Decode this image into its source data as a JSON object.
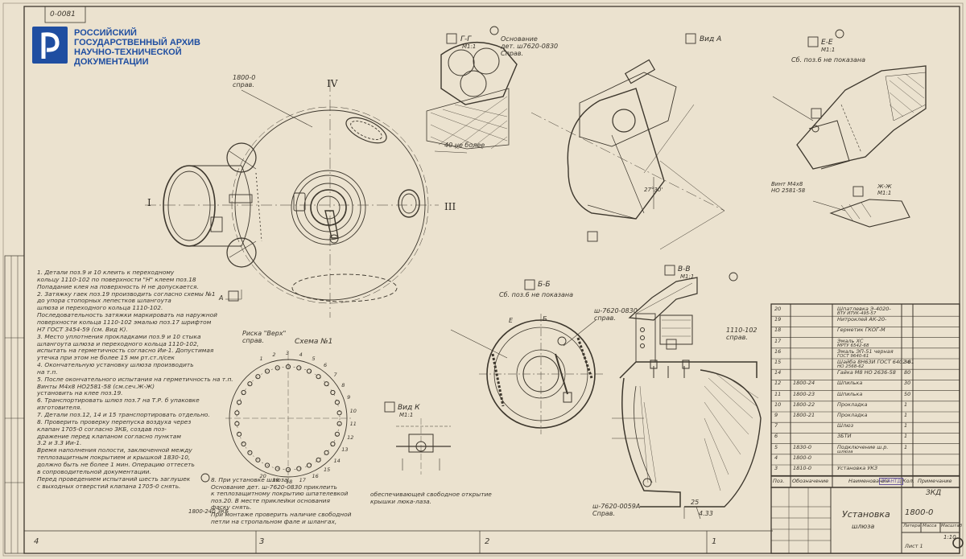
{
  "archive": {
    "line1": "РОССИЙСКИЙ",
    "line2": "ГОСУДАРСТВЕННЫЙ АРХИВ",
    "line3": "НАУЧНО-ТЕХНИЧЕСКОЙ",
    "line4": "ДОКУМЕНТАЦИИ"
  },
  "sheet_code": "0-0081",
  "roman": {
    "i": "I",
    "iii": "III",
    "iv": "IV"
  },
  "labels": {
    "main_part": "1800-0",
    "main_part_sub": "справ.",
    "section_gg_num": "Г-Г",
    "section_gg_scale": "М1:1",
    "section_gg_base": "Основание",
    "section_gg_base2": "дет. ш7620-0830",
    "section_gg_base3": "Справ.",
    "dim_40": "40",
    "dim_40_sub": "не более",
    "view_a": "Вид А",
    "section_ee_num": "Е-Е",
    "section_ee_scale": "М1:1",
    "section_ee_note": "Сб. поз.6 не показана",
    "view_k": "Вид К",
    "view_k_scale": "М1:1",
    "section_bb_num": "Б-Б",
    "section_bb_note": "Сб. поз.6 не показана",
    "section_vv_num": "В-В",
    "section_vv_scale": "М1:1",
    "part_0830": "ш-7620-0830",
    "part_0830_sub": "справ.",
    "part_0059": "ш-7620-0059А",
    "part_0059_sub": "Справ.",
    "part_1110": "1110-102",
    "part_1110_sub": "справ.",
    "screw": "Винт М4х8",
    "screw_sub": "НО 2581-58",
    "zhzh": "Ж-Ж",
    "zhzh_scale": "М1:1",
    "risk": "Риска \"Верх\"",
    "risk_sub": "справ.",
    "scheme": "Схема №1",
    "angle": "27°30'",
    "dim_433": "4.33",
    "dim_25": "25",
    "arrow_a": "А",
    "letter_b": "Б",
    "letter_e": "Е"
  },
  "notes": [
    "1. Детали поз.9 и 10 клеить к переходному",
    "кольцу 1110-102 по поверхности \"Н\" клеем поз.18",
    "Попадание клея на поверхность Н не допускается.",
    "2. Затяжку гаек поз.19 производить согласно схемы №1",
    "до упора стопорных лепестков шлангоута",
    "шлюза и переходного кольца 1110-102.",
    "Последовательность затяжки маркировать на наружной",
    "поверхности кольца 1110-102 эмалью поз.17 шрифтом",
    "Н7 ГОСТ 3454-59 (см. Вид К).",
    "3. Место уплотнения прокладками поз.9 и 10 стыка",
    "шлангоута шлюза и переходного кольца 1110-102,",
    "испытать на герметичность согласно Ии-1. Допустимая",
    "утечка при этом не более 15 мм рт.ст.л/сек",
    "4. Окончательную установку шлюза производить",
    "на т.п.",
    "5. После окончательного испытания на герметичность на т.п.",
    "Винты М4х8 НО2581-58 (см.сеч.Ж-Ж)",
    "установить на клее поз.19.",
    "6. Транспортировать шлюз поз.7 на Т.Р. б упаковке",
    "изготовителя.",
    "7. Детали поз.12, 14 и 15 транспортировать отдельно.",
    "8. Проверить проверку перепуска воздуха через",
    "клапан 1705-0 согласно ЗКБ, создав поз-",
    "дражение перед клапаном согласно пунктам",
    "3.2 и 3.3 Ии-1.",
    "Время наполнения полости, заключенной между",
    "теплозащитным покрытием и крышкой 1830-10,",
    "должно быть не более 1 мин. Операцию оттесеть",
    "в сопроводительной документации.",
    "Перед проведением испытаний шесть заглушек",
    "с выходных отверстий клапана 1705-0 снять."
  ],
  "note_ref": "1800-240 ЗКБ",
  "footnote": [
    "8. При установке шлюза:",
    "Основание дет. ш-7620-0830 приклеить",
    "к теплозащитному покрытию шпателевкой",
    "поз.20. В месте приклейки основания",
    "фаску снять.",
    "При монтаже проверить наличие свободной",
    "петли на стропальном фале и шлангах,"
  ],
  "footnote_right": [
    "обеспечивающей свободное открытие",
    "крышки люка-лаза."
  ],
  "bolt_numbers": [
    "1",
    "2",
    "3",
    "4",
    "5",
    "6",
    "7",
    "8",
    "9",
    "10",
    "11",
    "12",
    "13",
    "14",
    "15",
    "16",
    "17",
    "18",
    "19",
    "20"
  ],
  "bom": {
    "rows": [
      {
        "pos": "20",
        "desig": "",
        "name": "Шпатлевка Э-4020-",
        "name2": "ВТУ ИТУК-495-57",
        "qty": ""
      },
      {
        "pos": "19",
        "desig": "",
        "name": "Нитроклей АК-20-",
        "name2": "",
        "qty": ""
      },
      {
        "pos": "18",
        "desig": "",
        "name": "Герметик ГКОГ-М",
        "name2": "",
        "qty": ""
      },
      {
        "pos": "17",
        "desig": "",
        "name": "Эмаль ХС",
        "name2": "МРТУ 6542-68",
        "qty": ""
      },
      {
        "pos": "16",
        "desig": "",
        "name": "Эмаль ЭП-51 черная",
        "name2": "ГОСТ 9640-61",
        "qty": ""
      },
      {
        "pos": "15",
        "desig": "",
        "name": "Шайба 8Н63И ГОСТ 6402-61",
        "name2": "НО 2568-62",
        "qty": "30"
      },
      {
        "pos": "14",
        "desig": "",
        "name": "Гайка М8 НО 2636-58",
        "name2": "",
        "qty": "80"
      },
      {
        "pos": "12",
        "desig": "1800-24",
        "name": "Шпилька",
        "name2": "",
        "qty": "30"
      },
      {
        "pos": "11",
        "desig": "1800-23",
        "name": "Шпилька",
        "name2": "",
        "qty": "50"
      },
      {
        "pos": "10",
        "desig": "1800-22",
        "name": "Прокладка",
        "name2": "",
        "qty": "1"
      },
      {
        "pos": "9",
        "desig": "1800-21",
        "name": "Прокладка",
        "name2": "",
        "qty": "1"
      },
      {
        "pos": "7",
        "desig": "",
        "name": "Шлюз",
        "name2": "",
        "qty": "1"
      },
      {
        "pos": "6",
        "desig": "",
        "name": "ЗБТИ",
        "name2": "",
        "qty": "1"
      },
      {
        "pos": "5",
        "desig": "1830-0",
        "name": "Подключение ш.р.",
        "name2": "шлюза",
        "qty": "1"
      },
      {
        "pos": "4",
        "desig": "1800-0",
        "name": "",
        "name2": "",
        "qty": ""
      },
      {
        "pos": "3",
        "desig": "1810-0",
        "name": "Установка УКЗ",
        "name2": "",
        "qty": ""
      }
    ],
    "headers": {
      "pos": "Поз.",
      "desig": "Обозначение",
      "name": "Наименование",
      "qty": "Кол.",
      "note": "Примечание"
    },
    "code": "ЗКД"
  },
  "title_block": {
    "title": "Установка",
    "title2": "шлюза",
    "number": "1800-0",
    "scale": "1:10",
    "sheet": "Лист 1",
    "mass": "Масса",
    "litera": "Литера",
    "scale_h": "Масштаб"
  },
  "grid": {
    "z4": "4",
    "z3": "3",
    "z2": "2",
    "z1": "1"
  },
  "stamp": "РГАНТД"
}
